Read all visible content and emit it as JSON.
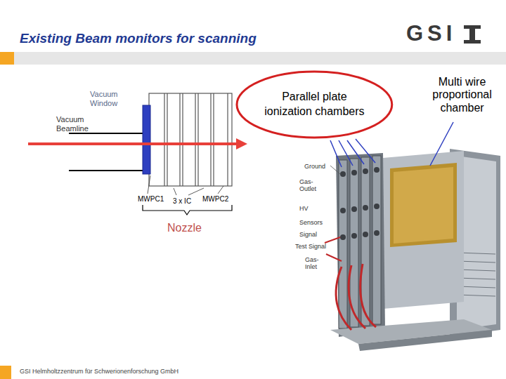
{
  "diagram": {
    "title": "Existing Beam monitors for scanning",
    "caption": "GSI Helmholtzzentrum für Schwerionenforschung GmbH",
    "nodes": [
      {
        "text": [
          "Parallel plate ionization chambers"
        ]
      }
    ],
    "labels": [
      "GSI",
      "Vacuum Window",
      "Vacuum Beamline",
      "MWPC1",
      "3 x IC",
      "MWPC2",
      "Nozzle",
      "Multi wire proportional chamber",
      "Ground",
      "Gas-Outlet",
      "HV",
      "Sensors",
      "Signal",
      "Test Signal",
      "Gas-Inlet"
    ]
  }
}
